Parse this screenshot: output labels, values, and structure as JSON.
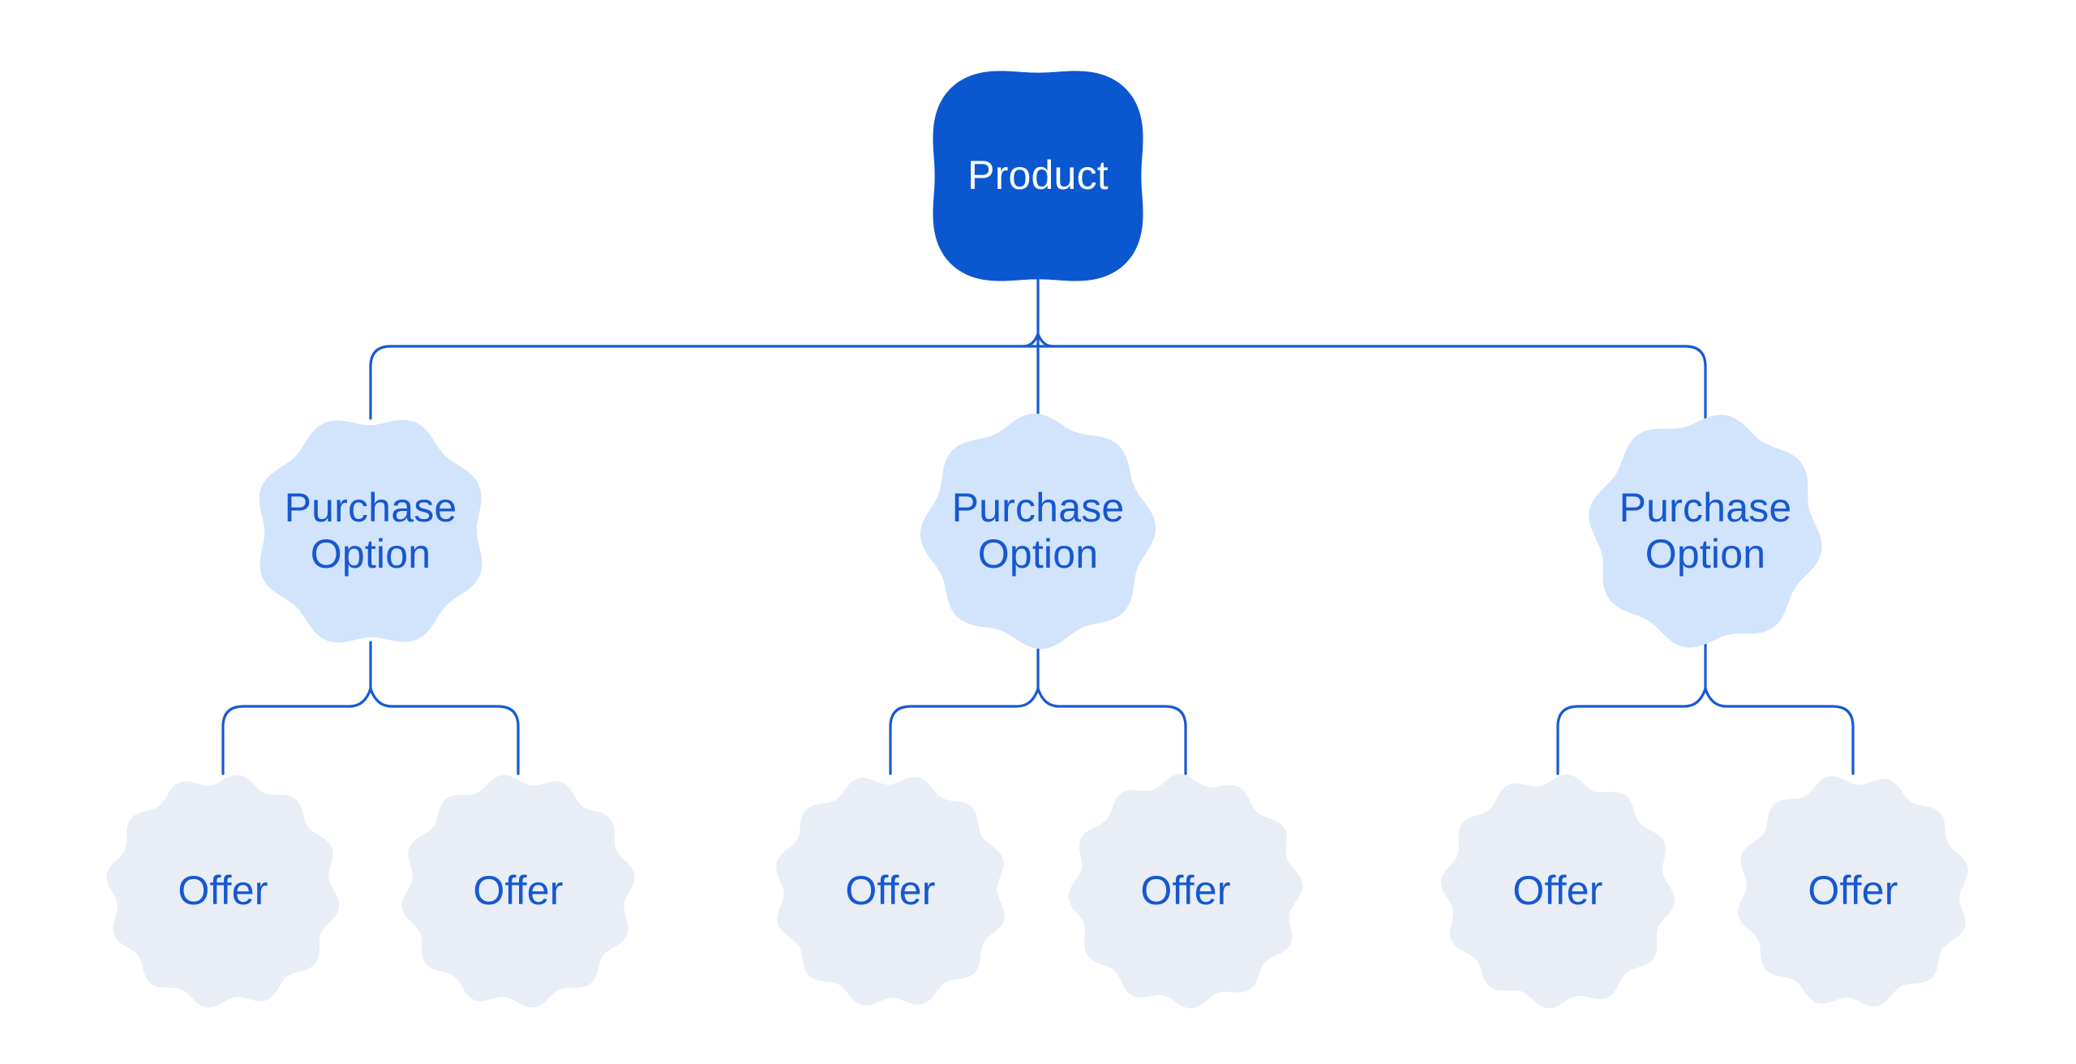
{
  "diagram": {
    "nodes": {
      "product": {
        "label": "Product"
      },
      "purchase_options": [
        {
          "label": "Purchase Option"
        },
        {
          "label": "Purchase Option"
        },
        {
          "label": "Purchase Option"
        }
      ],
      "offers": [
        {
          "label": "Offer"
        },
        {
          "label": "Offer"
        },
        {
          "label": "Offer"
        },
        {
          "label": "Offer"
        },
        {
          "label": "Offer"
        },
        {
          "label": "Offer"
        }
      ]
    },
    "colors": {
      "root_fill": "#0B57D0",
      "root_text": "#FFFFFF",
      "purchase_fill": "#D2E3FC",
      "offer_fill": "#E8EDF6",
      "label_text": "#1658CF",
      "connector": "#175AD2",
      "background": "#FFFFFF"
    }
  }
}
